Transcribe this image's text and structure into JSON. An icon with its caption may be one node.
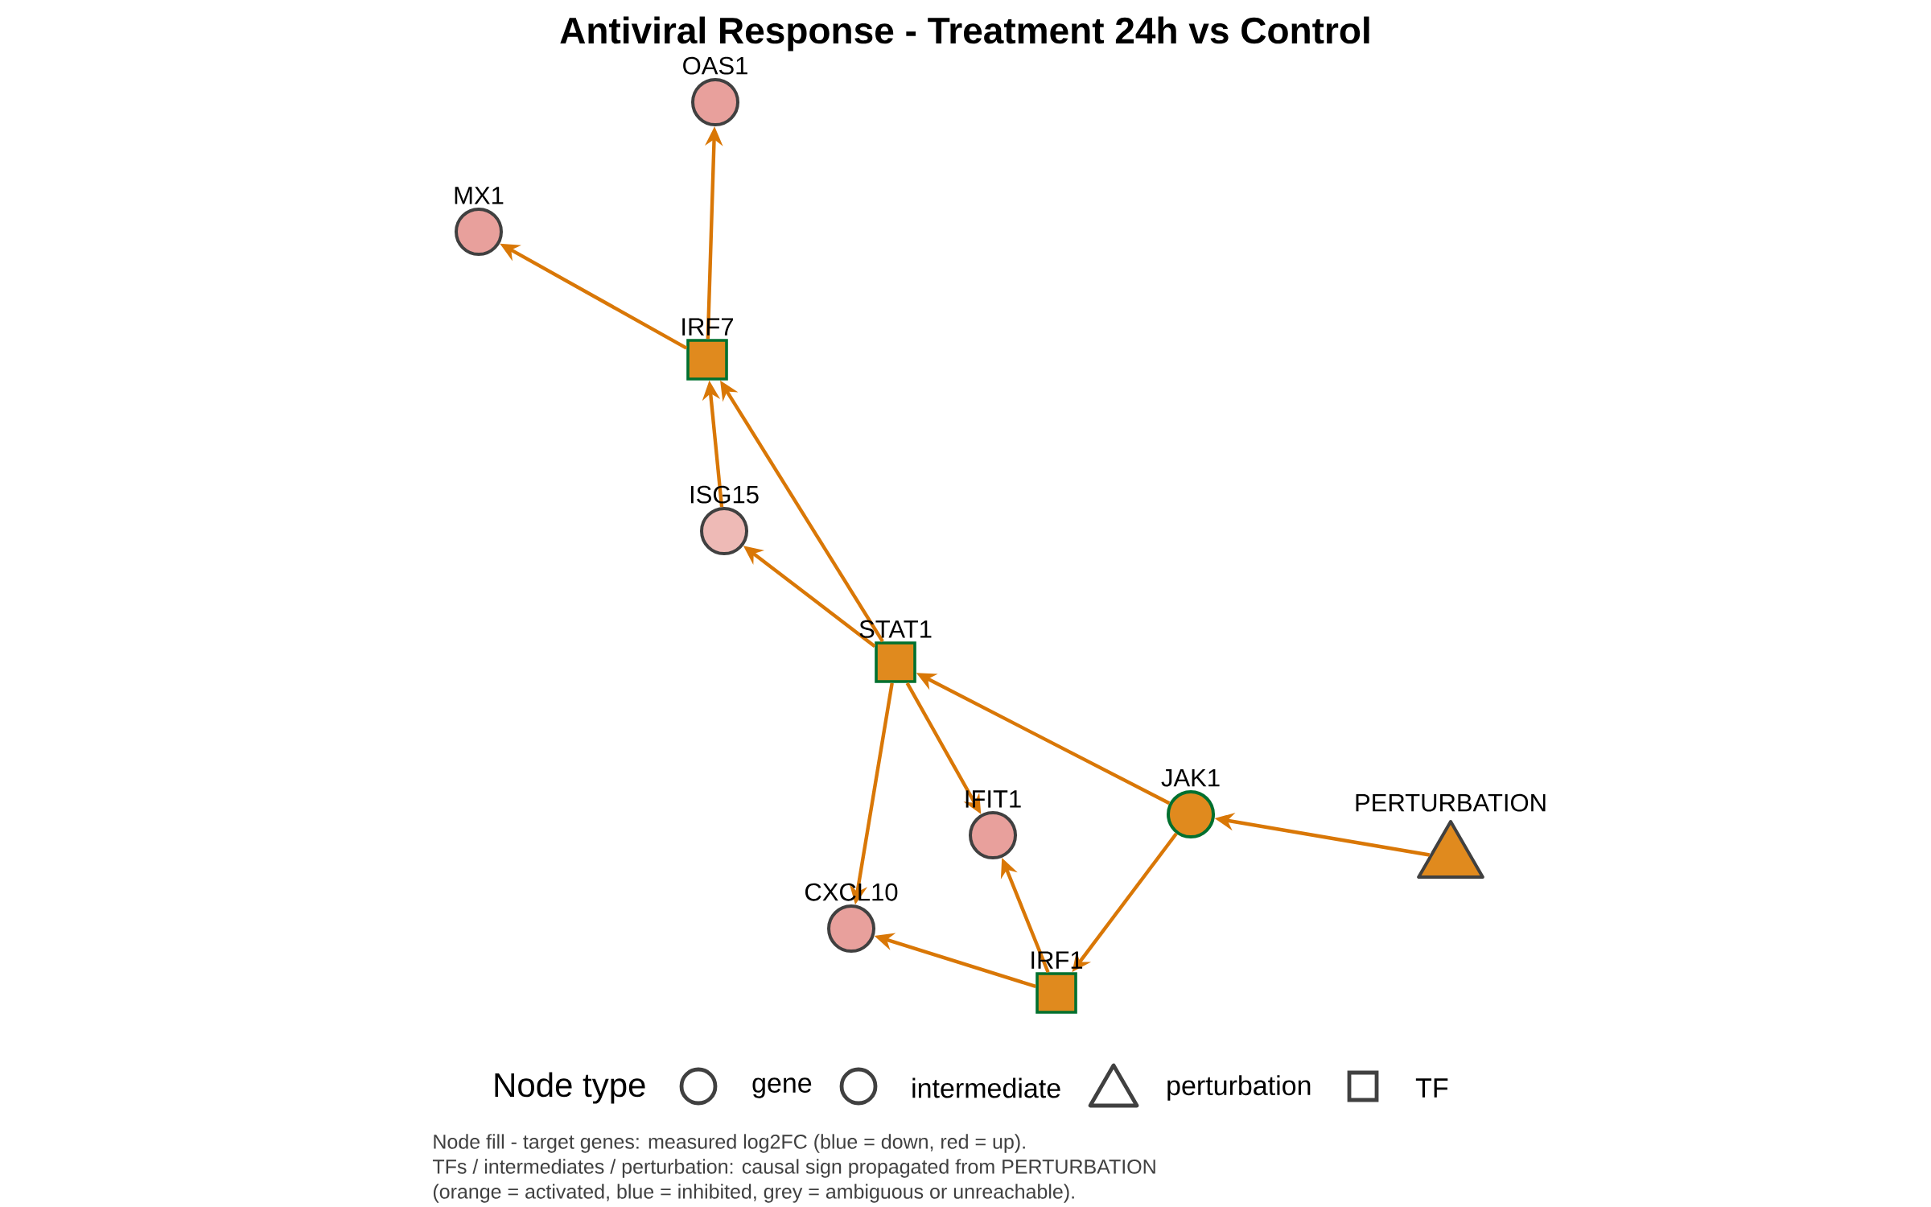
{
  "diagram": {
    "title": "Antiviral Response - Treatment 24h vs Control",
    "nodes": [
      {
        "text": [
          "OAS1"
        ]
      },
      {
        "text": [
          "MX1"
        ]
      },
      {
        "text": [
          "IRF7"
        ]
      },
      {
        "text": [
          "ISG15"
        ]
      },
      {
        "text": [
          "STAT1"
        ]
      },
      {
        "text": [
          "JAK1"
        ]
      },
      {
        "text": [
          "IFIT1"
        ]
      },
      {
        "text": [
          "PERTURBATION"
        ]
      },
      {
        "text": [
          "CXCL10"
        ]
      },
      {
        "text": [
          "IRF1"
        ]
      }
    ],
    "edges": [
      {
        "from": 2,
        "to": 0,
        "arrow": "to"
      },
      {
        "from": 2,
        "to": 1,
        "arrow": "to"
      },
      {
        "from": 3,
        "to": 2,
        "arrow": "to"
      },
      {
        "from": 4,
        "to": 2,
        "arrow": "to"
      },
      {
        "from": 4,
        "to": 3,
        "arrow": "to"
      },
      {
        "from": 5,
        "to": 4,
        "arrow": "to"
      },
      {
        "from": 4,
        "to": 6,
        "arrow": "to"
      },
      {
        "from": 4,
        "to": 8,
        "arrow": "to"
      },
      {
        "from": 7,
        "to": 5,
        "arrow": "to"
      },
      {
        "from": 5,
        "to": 9,
        "arrow": "to"
      },
      {
        "from": 9,
        "to": 6,
        "arrow": "to"
      },
      {
        "from": 9,
        "to": 8,
        "arrow": "to"
      }
    ],
    "labels": [
      "Node type",
      "Node fill - target genes: measured log2FC (blue = down, red = up).",
      "TFs / intermediates / perturbation: causal sign propagated from PERTURBATION",
      "(orange = activated, blue = inhibited, grey = ambiguous or unreachable)."
    ],
    "legend": [
      {
        "text": "gene"
      },
      {
        "text": "intermediate"
      },
      {
        "text": "perturbation"
      },
      {
        "text": "TF"
      }
    ]
  }
}
